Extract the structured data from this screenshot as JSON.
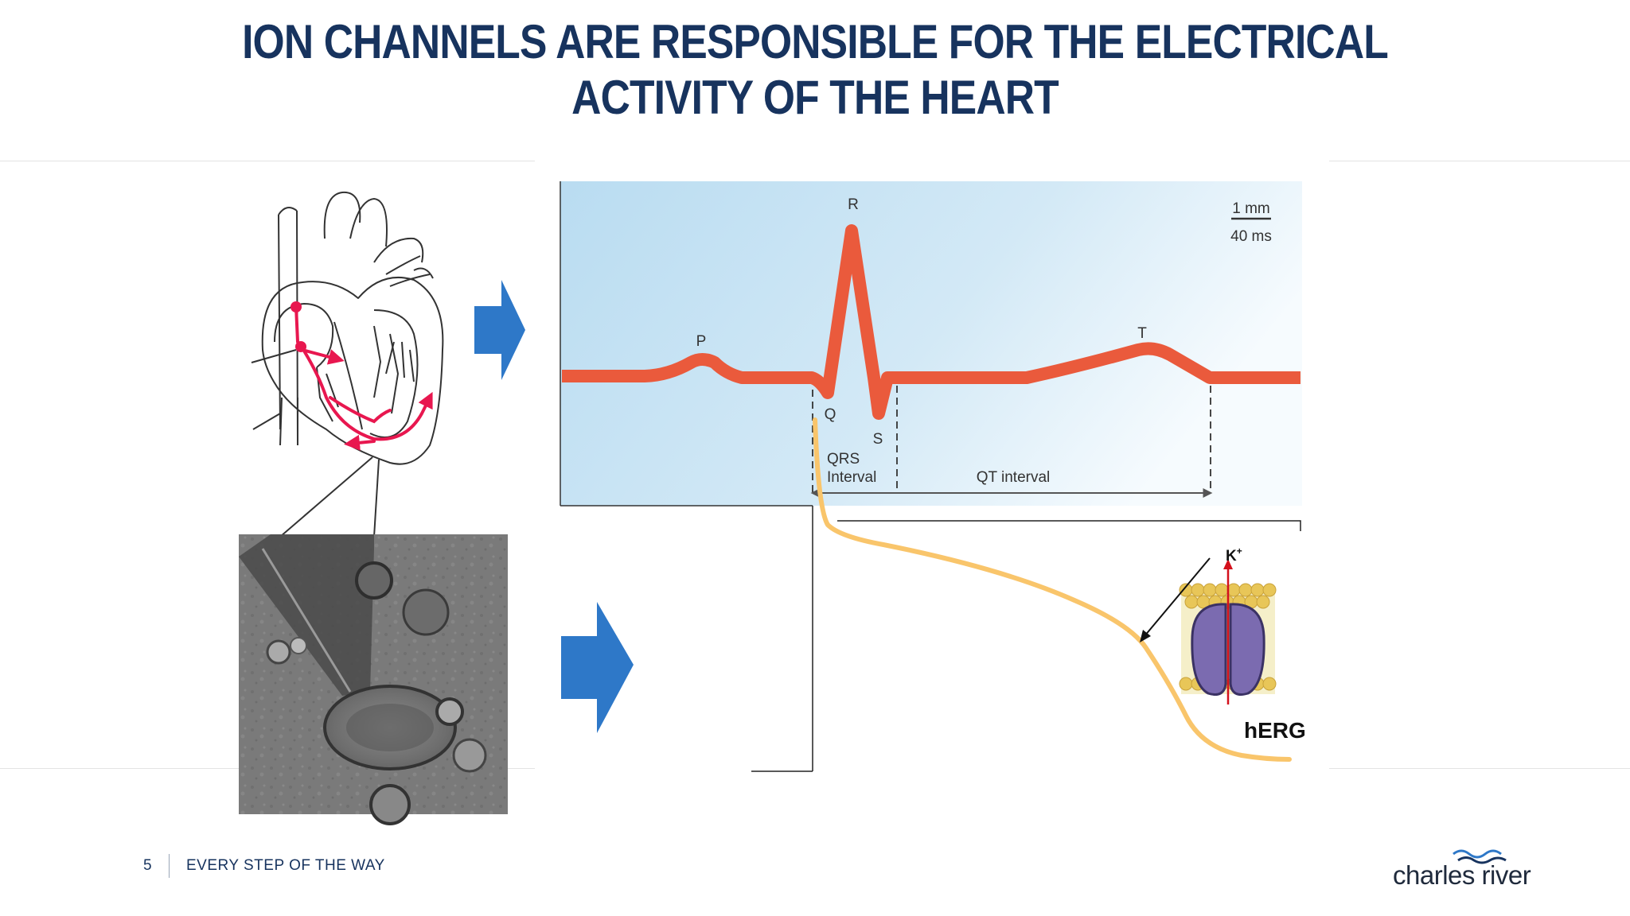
{
  "title": {
    "line1": "ION CHANNELS ARE RESPONSIBLE FOR THE ELECTRICAL",
    "line2": "ACTIVITY OF THE HEART"
  },
  "ecg": {
    "labels": {
      "p": "P",
      "q": "Q",
      "r": "R",
      "s": "S",
      "t": "T"
    },
    "scale_top": "1 mm",
    "scale_bottom": "40 ms",
    "qrs_line1": "QRS",
    "qrs_line2": "Interval",
    "qt_interval": "QT interval"
  },
  "channel": {
    "ion": "K",
    "ion_charge": "+",
    "name": "hERG"
  },
  "footer": {
    "page_number": "5",
    "tagline": "EVERY STEP OF THE WAY",
    "brand": "charles river"
  },
  "colors": {
    "title": "#17335e",
    "ecg_trace": "#ea5a3c",
    "action_potential": "#f9c56b",
    "arrow": "#2e78c8",
    "conduction_path": "#e8174f",
    "channel": "#7b6bb0"
  }
}
